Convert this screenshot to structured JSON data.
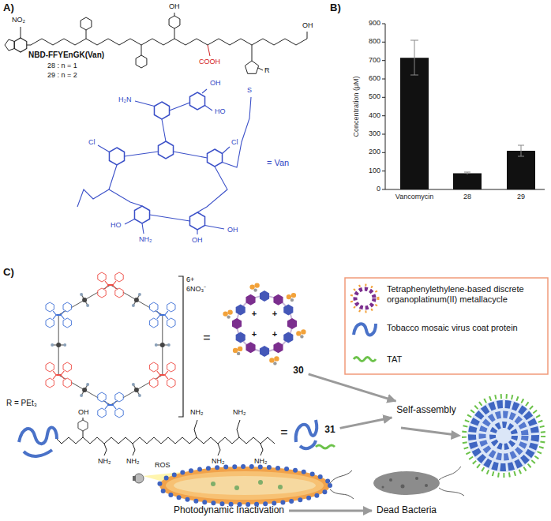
{
  "diagram": {
    "nodes": [
      {
        "text": [
          "30"
        ]
      },
      {
        "text": [
          "31"
        ]
      },
      {
        "text": [
          "Self-assembly"
        ]
      },
      {
        "text": [
          "Photodynamic Inactivation"
        ]
      },
      {
        "text": [
          "Dead Bacteria"
        ]
      }
    ],
    "edges": [
      {
        "from": 0,
        "to": 2,
        "arrow": "to"
      },
      {
        "from": 1,
        "to": 2,
        "arrow": "to"
      },
      {
        "from": 3,
        "to": 4,
        "arrow": "to"
      }
    ],
    "labels": [
      "A)",
      "NO₂",
      "NBD-FFYEnGK(Van)",
      "28 : n = 1",
      "29 : n = 2",
      "OH",
      "COOH",
      "OH",
      "R",
      "H₂N",
      "OH",
      "HO",
      "Cl",
      "Cl",
      "OH",
      "OH",
      "HO",
      "NH₂",
      "S",
      "= Van",
      "B)",
      "Concentration (μM)",
      "0",
      "100",
      "200",
      "300",
      "400",
      "500",
      "600",
      "700",
      "800",
      "900",
      "Vancomycin",
      "28",
      "29",
      "C)",
      "6+",
      "6NO₃⁻",
      "R = PEt₃",
      "=",
      "+",
      "+",
      "+",
      "+",
      "=",
      "OH",
      "NH₂",
      "NH₂",
      "NH₂",
      "NH₂",
      "NH₂",
      "NH₂",
      "ROS"
    ],
    "legend": [
      {
        "text": "Tetraphenylethylene-based discrete organoplatinum(II) metallacycle"
      },
      {
        "text": "Tobacco mosaic virus coat protein"
      },
      {
        "text": "TAT"
      }
    ]
  }
}
